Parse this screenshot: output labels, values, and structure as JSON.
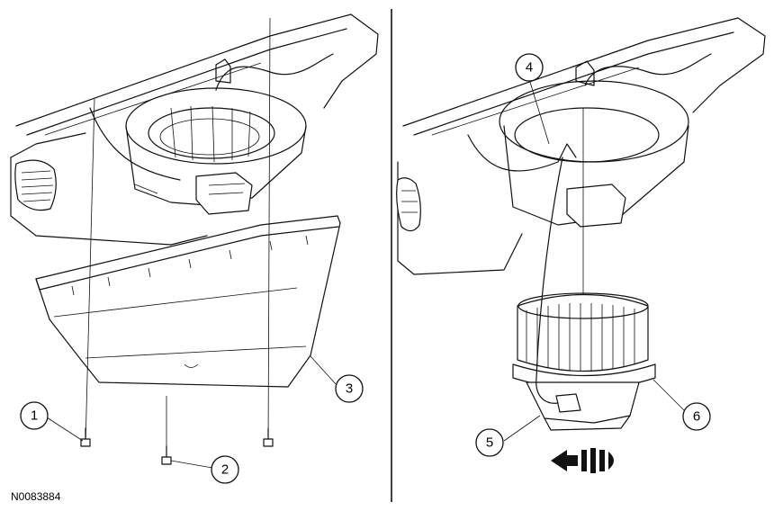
{
  "figure_id": "N0083884",
  "callouts": {
    "c1": "1",
    "c2": "2",
    "c3": "3",
    "c4": "4",
    "c5": "5",
    "c6": "6"
  }
}
